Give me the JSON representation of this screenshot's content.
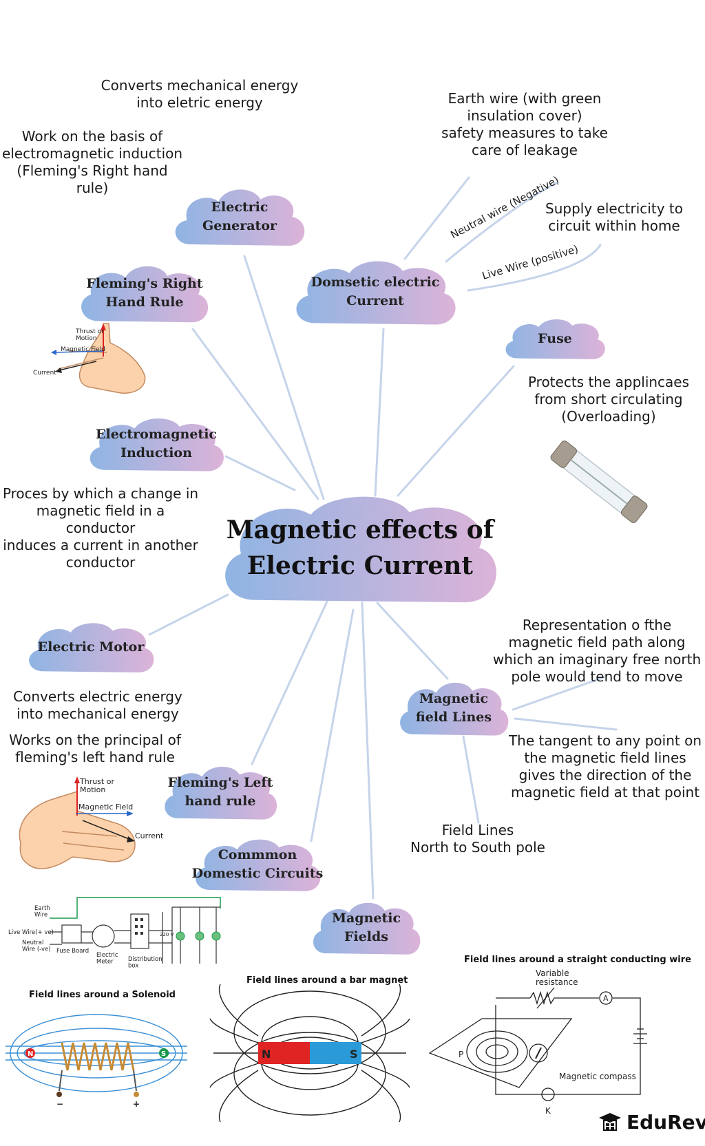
{
  "center": {
    "title": "Magnetic effects of\nElectric Current"
  },
  "nodes": {
    "electric_generator": "Electric\nGenerator",
    "flemings_right_hand_rule": "Fleming's Right\nHand Rule",
    "electromagnetic_induction": "Electromagnetic\nInduction",
    "domestic_electric_current": "Domsetic electric\nCurrent",
    "fuse": "Fuse",
    "electric_motor": "Electric Motor",
    "flemings_left_hand_rule": "Fleming's Left\nhand rule",
    "common_domestic_circuits": "Commmon\nDomestic Circuits",
    "magnetic_fields": "Magnetic\nFields",
    "magnetic_field_lines": "Magnetic\nfield Lines"
  },
  "notes": {
    "generator_converts": "Converts mechanical energy\ninto eletric energy",
    "generator_basis": "Work on the basis of\nelectromagnetic induction\n(Fleming's Right hand rule)",
    "earth_wire": "Earth wire (with green\ninsulation cover)\nsafety measures to take\ncare of leakage",
    "neutral_wire": "Neutral wire (Negative)",
    "supply_electricity": "Supply electricity to\ncircuit within home",
    "live_wire": "Live Wire (positive)",
    "fuse_protects": "Protects the applincaes\nfrom short circulating\n(Overloading)",
    "induction_def": "Proces by which a change in\nmagnetic field in a conductor\ninduces a current in another\nconductor",
    "motor_converts": "Converts electric energy\ninto mechanical energy",
    "motor_principle": "Works on the principal of\nfleming's left hand rule",
    "field_lines_def": "Representation o fthe\nmagnetic field path along\nwhich an imaginary free north\npole would tend to move",
    "tangent": "The tangent to any point on\nthe magnetic field lines\ngives the direction of the\nmagnetic field at that point",
    "north_south": "Field Lines\nNorth to South pole"
  },
  "right_hand": {
    "thrust": "Thrust or\nMotion",
    "field": "Magnetic Field",
    "current": "Current"
  },
  "left_hand": {
    "thrust": "Thrust or\nMotion",
    "field": "Magnetic Field",
    "current": "Current"
  },
  "circuit": {
    "earth_wire": "Earth\nWire",
    "live_wire": "Live Wire(+ ve)",
    "neutral_wire": "Neutral\nWire (-ve)",
    "fuse_board": "Fuse Board",
    "meter": "Electric\nMeter",
    "distribution": "Distribution\nbox",
    "voltage": "220 V"
  },
  "captions": {
    "solenoid": "Field lines around a Solenoid",
    "bar_magnet": "Field lines around a bar magnet",
    "straight_wire": "Field lines around a straight conducting wire"
  },
  "bar_magnet": {
    "north": "N",
    "south": "S"
  },
  "solenoid": {
    "north": "N",
    "south": "S",
    "minus": "−",
    "plus": "+"
  },
  "straight_wire": {
    "variable_resistance": "Variable\nresistance",
    "ammeter": "A",
    "point": "P",
    "compass": "Magnetic compass",
    "key": "K"
  },
  "brand": "EduRev",
  "colors": {
    "cloud_blue": "#8fb4e3",
    "cloud_pink": "#dcb3d8",
    "connector": "#bcd2ea",
    "magnet_north": "#e02424",
    "magnet_south": "#2b9ad9",
    "circuit_green": "#1a9a4a"
  }
}
